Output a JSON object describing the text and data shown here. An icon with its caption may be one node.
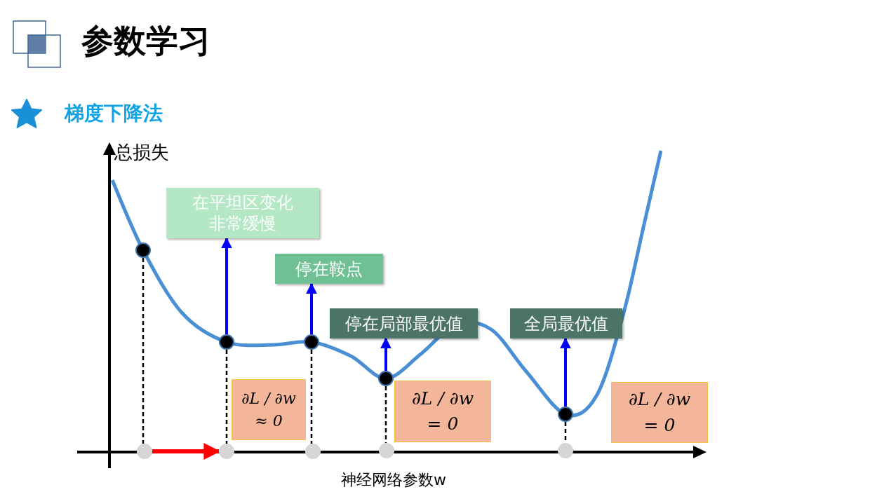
{
  "diagram": {
    "title": "参数学习",
    "nodes": [
      {
        "text": [
          "在平坦区变化非常缓慢"
        ]
      },
      {
        "text": [
          "停在鞍点"
        ]
      },
      {
        "text": [
          "停在局部最优值"
        ]
      },
      {
        "text": [
          "全局最优值"
        ]
      },
      {
        "text": [
          "∂L / ∂w ≈ 0"
        ]
      },
      {
        "text": [
          "∂L / ∂w = 0"
        ]
      },
      {
        "text": [
          "∂L / ∂w = 0"
        ]
      },
      {
        "text": [],
        "shape": "circle"
      },
      {
        "text": [],
        "shape": "circle"
      },
      {
        "text": [],
        "shape": "circle"
      },
      {
        "text": [],
        "shape": "circle"
      },
      {
        "text": [],
        "shape": "circle"
      },
      {
        "text": [],
        "shape": "circle"
      },
      {
        "text": [],
        "shape": "circle"
      },
      {
        "text": [],
        "shape": "circle"
      },
      {
        "text": [],
        "shape": "circle"
      },
      {
        "text": [],
        "shape": "circle"
      }
    ],
    "edges": [
      {
        "from": 8,
        "to": 0,
        "arrow": "to",
        "color": "#0000ff"
      },
      {
        "from": 9,
        "to": 1,
        "arrow": "to",
        "color": "#0000ff"
      },
      {
        "from": 10,
        "to": 2,
        "arrow": "to",
        "color": "#0000ff"
      },
      {
        "from": 11,
        "to": 3,
        "arrow": "to",
        "color": "#0000ff"
      },
      {
        "from": 7,
        "to": 12,
        "arrow": "none",
        "style": "dashed"
      },
      {
        "from": 8,
        "to": 13,
        "arrow": "none",
        "style": "dashed"
      },
      {
        "from": 9,
        "to": 14,
        "arrow": "none",
        "style": "dashed"
      },
      {
        "from": 10,
        "to": 15,
        "arrow": "none",
        "style": "dashed"
      },
      {
        "from": 11,
        "to": 16,
        "arrow": "none",
        "style": "dashed"
      },
      {
        "from": 12,
        "to": 13,
        "arrow": "to",
        "style": "thick",
        "color": "#ff0000"
      }
    ],
    "labels": [
      "梯度下降法",
      "总损失",
      "神经网络参数w"
    ]
  }
}
